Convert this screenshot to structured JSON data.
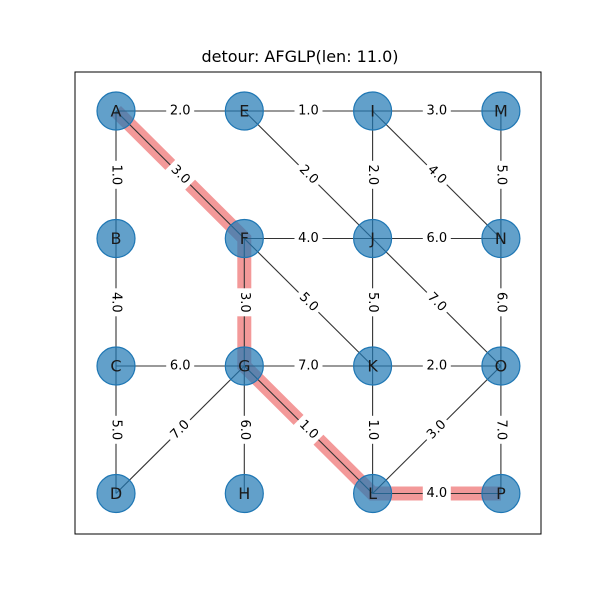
{
  "title": "detour: AFGLP(len: 11.0)",
  "colors": {
    "node": "#1f77b4",
    "edge": "#333333",
    "highlight": "#f08080"
  },
  "graph": {
    "nodes": [
      {
        "id": "A",
        "label": "A",
        "col": 0,
        "row": 0
      },
      {
        "id": "E",
        "label": "E",
        "col": 1,
        "row": 0
      },
      {
        "id": "I",
        "label": "I",
        "col": 2,
        "row": 0
      },
      {
        "id": "M",
        "label": "M",
        "col": 3,
        "row": 0
      },
      {
        "id": "B",
        "label": "B",
        "col": 0,
        "row": 1
      },
      {
        "id": "F",
        "label": "F",
        "col": 1,
        "row": 1
      },
      {
        "id": "J",
        "label": "J",
        "col": 2,
        "row": 1
      },
      {
        "id": "N",
        "label": "N",
        "col": 3,
        "row": 1
      },
      {
        "id": "C",
        "label": "C",
        "col": 0,
        "row": 2
      },
      {
        "id": "G",
        "label": "G",
        "col": 1,
        "row": 2
      },
      {
        "id": "K",
        "label": "K",
        "col": 2,
        "row": 2
      },
      {
        "id": "O",
        "label": "O",
        "col": 3,
        "row": 2
      },
      {
        "id": "D",
        "label": "D",
        "col": 0,
        "row": 3
      },
      {
        "id": "H",
        "label": "H",
        "col": 1,
        "row": 3
      },
      {
        "id": "L",
        "label": "L",
        "col": 2,
        "row": 3
      },
      {
        "id": "P",
        "label": "P",
        "col": 3,
        "row": 3
      }
    ],
    "edges": [
      {
        "from": "A",
        "to": "E",
        "weight": "2.0"
      },
      {
        "from": "E",
        "to": "I",
        "weight": "1.0"
      },
      {
        "from": "I",
        "to": "M",
        "weight": "3.0"
      },
      {
        "from": "A",
        "to": "B",
        "weight": "1.0"
      },
      {
        "from": "A",
        "to": "F",
        "weight": "3.0"
      },
      {
        "from": "E",
        "to": "J",
        "weight": "2.0"
      },
      {
        "from": "I",
        "to": "J",
        "weight": "2.0"
      },
      {
        "from": "I",
        "to": "N",
        "weight": "4.0"
      },
      {
        "from": "M",
        "to": "N",
        "weight": "5.0"
      },
      {
        "from": "F",
        "to": "J",
        "weight": "4.0"
      },
      {
        "from": "J",
        "to": "N",
        "weight": "6.0"
      },
      {
        "from": "B",
        "to": "C",
        "weight": "4.0"
      },
      {
        "from": "F",
        "to": "G",
        "weight": "3.0"
      },
      {
        "from": "F",
        "to": "K",
        "weight": "5.0"
      },
      {
        "from": "J",
        "to": "K",
        "weight": "5.0"
      },
      {
        "from": "J",
        "to": "O",
        "weight": "7.0"
      },
      {
        "from": "N",
        "to": "O",
        "weight": "6.0"
      },
      {
        "from": "C",
        "to": "G",
        "weight": "6.0"
      },
      {
        "from": "G",
        "to": "K",
        "weight": "7.0"
      },
      {
        "from": "K",
        "to": "O",
        "weight": "2.0"
      },
      {
        "from": "C",
        "to": "D",
        "weight": "5.0"
      },
      {
        "from": "G",
        "to": "D",
        "weight": "7.0"
      },
      {
        "from": "G",
        "to": "H",
        "weight": "6.0"
      },
      {
        "from": "G",
        "to": "L",
        "weight": "1.0"
      },
      {
        "from": "K",
        "to": "L",
        "weight": "1.0"
      },
      {
        "from": "O",
        "to": "L",
        "weight": "3.0"
      },
      {
        "from": "O",
        "to": "P",
        "weight": "7.0"
      },
      {
        "from": "L",
        "to": "P",
        "weight": "4.0"
      }
    ],
    "highlighted_path": [
      "A",
      "F",
      "G",
      "L",
      "P"
    ]
  }
}
